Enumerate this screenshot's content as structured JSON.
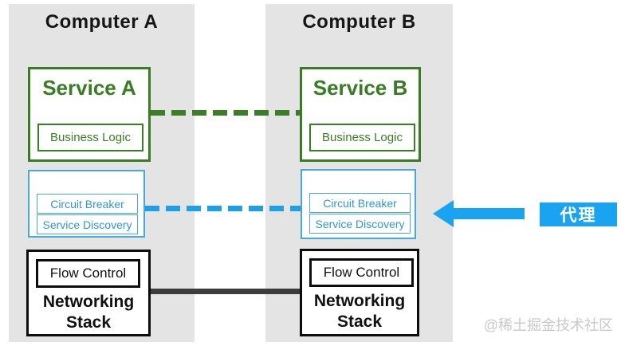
{
  "computers": [
    {
      "title": "Computer A",
      "service": {
        "title": "Service A",
        "component": "Business Logic"
      },
      "sidecar": {
        "components": [
          "Circuit Breaker",
          "Service Discovery"
        ]
      },
      "network": {
        "component": "Flow Control",
        "title": "Networking Stack"
      }
    },
    {
      "title": "Computer B",
      "service": {
        "title": "Service B",
        "component": "Business Logic"
      },
      "sidecar": {
        "components": [
          "Circuit Breaker",
          "Service Discovery"
        ]
      },
      "network": {
        "component": "Flow Control",
        "title": "Networking Stack"
      }
    }
  ],
  "proxy": {
    "label": "代理"
  },
  "watermark": "@稀土掘金技术社区",
  "colors": {
    "panel_gray": "#e4e4e4",
    "green": "#377d22",
    "sidecar_blue_border": "#47a8e0",
    "sidecar_blue_text": "#2f96d5",
    "bright_blue": "#1aa3f0",
    "dark_line": "#3d3d3d",
    "black": "#0d0d0d"
  }
}
